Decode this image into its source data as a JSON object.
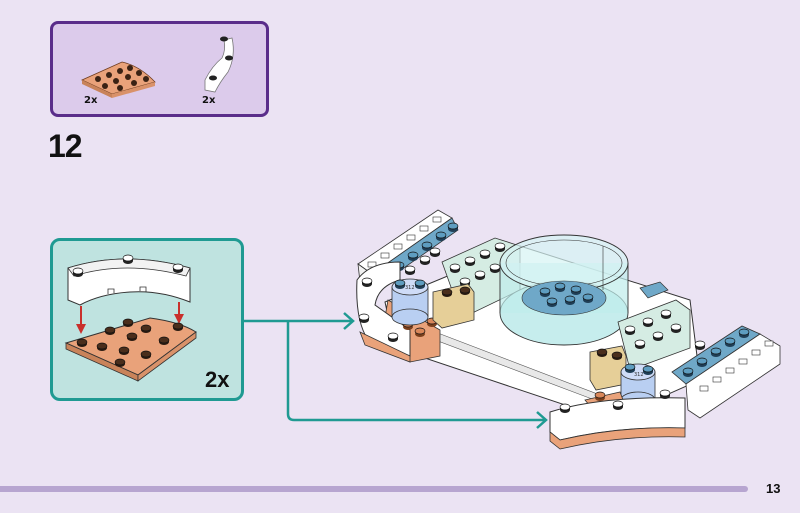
{
  "step": {
    "number": "12"
  },
  "parts_list": {
    "items": [
      {
        "name": "quarter-round-plate",
        "color_name": "nougat",
        "color": "#e9a27a",
        "count": "2x"
      },
      {
        "name": "curved-arch-brick",
        "color_name": "white",
        "color": "#ffffff",
        "count": "2x"
      }
    ],
    "frame_color": "#5a2d8a",
    "background": "#dccbeb"
  },
  "sub_assembly": {
    "multiplier": "2x",
    "frame_color": "#1f9a92",
    "background": "#bfe3e0",
    "arrow_color": "#c9302c"
  },
  "callout_arrows": {
    "color": "#1f9a92",
    "targets": [
      "upper-left-arch",
      "lower-right-arch"
    ]
  },
  "model": {
    "colors": {
      "white": "#ffffff",
      "nougat": "#e9a27a",
      "tan": "#e6cf98",
      "medium-blue": "#6fa8c8",
      "light-blue": "#b9cff2",
      "trans-light-blue": "#bfeceb",
      "mint": "#d5ece3"
    }
  },
  "footer": {
    "page_number": "13",
    "bar_color": "#b7a5d0"
  },
  "page": {
    "background": "#ebe3f3"
  }
}
